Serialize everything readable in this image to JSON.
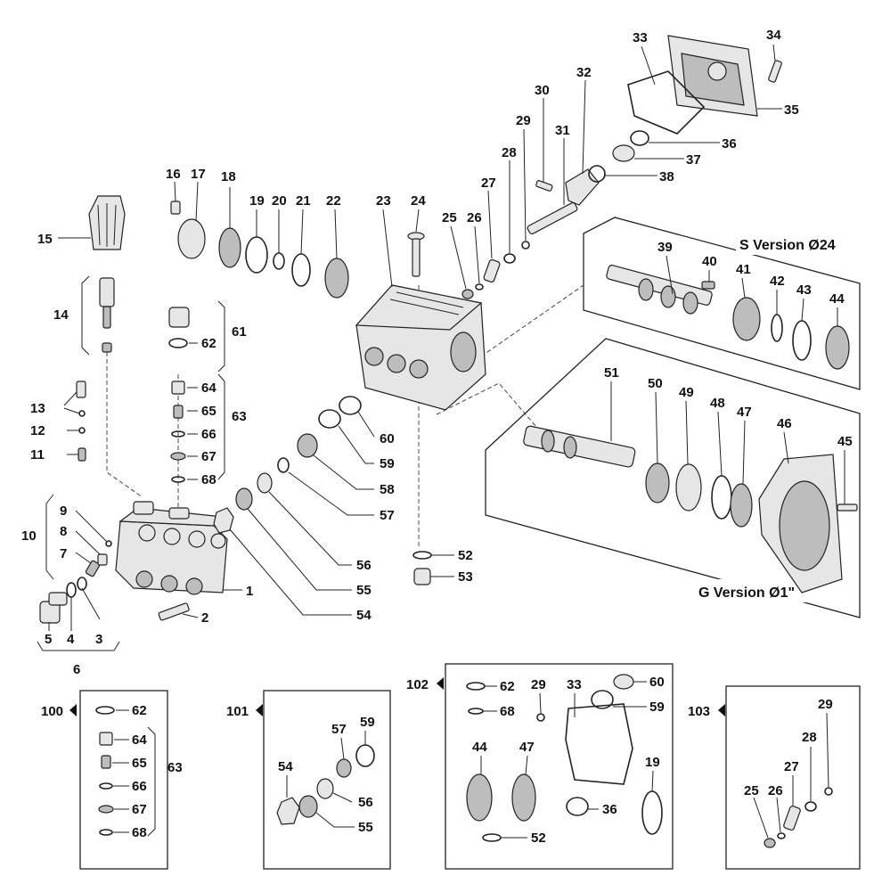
{
  "variants": {
    "s_version": "S Version Ø24",
    "g_version": "G Version Ø1\""
  },
  "kits": {
    "k100": "100",
    "k101": "101",
    "k102": "102",
    "k103": "103"
  },
  "labels": [
    {
      "id": "l1",
      "t": "1"
    },
    {
      "id": "l2",
      "t": "2"
    },
    {
      "id": "l3",
      "t": "3"
    },
    {
      "id": "l4",
      "t": "4"
    },
    {
      "id": "l5",
      "t": "5"
    },
    {
      "id": "l6",
      "t": "6"
    },
    {
      "id": "l7",
      "t": "7"
    },
    {
      "id": "l8",
      "t": "8"
    },
    {
      "id": "l9",
      "t": "9"
    },
    {
      "id": "l10",
      "t": "10"
    },
    {
      "id": "l11",
      "t": "11"
    },
    {
      "id": "l12",
      "t": "12"
    },
    {
      "id": "l13",
      "t": "13"
    },
    {
      "id": "l14",
      "t": "14"
    },
    {
      "id": "l15",
      "t": "15"
    },
    {
      "id": "l16",
      "t": "16"
    },
    {
      "id": "l17",
      "t": "17"
    },
    {
      "id": "l18",
      "t": "18"
    },
    {
      "id": "l19",
      "t": "19"
    },
    {
      "id": "l20",
      "t": "20"
    },
    {
      "id": "l21",
      "t": "21"
    },
    {
      "id": "l22",
      "t": "22"
    },
    {
      "id": "l23",
      "t": "23"
    },
    {
      "id": "l24",
      "t": "24"
    },
    {
      "id": "l25",
      "t": "25"
    },
    {
      "id": "l26",
      "t": "26"
    },
    {
      "id": "l27",
      "t": "27"
    },
    {
      "id": "l28",
      "t": "28"
    },
    {
      "id": "l29",
      "t": "29"
    },
    {
      "id": "l30",
      "t": "30"
    },
    {
      "id": "l31",
      "t": "31"
    },
    {
      "id": "l32",
      "t": "32"
    },
    {
      "id": "l33",
      "t": "33"
    },
    {
      "id": "l34",
      "t": "34"
    },
    {
      "id": "l35",
      "t": "35"
    },
    {
      "id": "l36",
      "t": "36"
    },
    {
      "id": "l37",
      "t": "37"
    },
    {
      "id": "l38",
      "t": "38"
    },
    {
      "id": "l39",
      "t": "39"
    },
    {
      "id": "l40",
      "t": "40"
    },
    {
      "id": "l41",
      "t": "41"
    },
    {
      "id": "l42",
      "t": "42"
    },
    {
      "id": "l43",
      "t": "43"
    },
    {
      "id": "l44",
      "t": "44"
    },
    {
      "id": "l45",
      "t": "45"
    },
    {
      "id": "l46",
      "t": "46"
    },
    {
      "id": "l47",
      "t": "47"
    },
    {
      "id": "l48",
      "t": "48"
    },
    {
      "id": "l49",
      "t": "49"
    },
    {
      "id": "l50",
      "t": "50"
    },
    {
      "id": "l51",
      "t": "51"
    },
    {
      "id": "l52",
      "t": "52"
    },
    {
      "id": "l53",
      "t": "53"
    },
    {
      "id": "l54",
      "t": "54"
    },
    {
      "id": "l55",
      "t": "55"
    },
    {
      "id": "l56",
      "t": "56"
    },
    {
      "id": "l57",
      "t": "57"
    },
    {
      "id": "l58",
      "t": "58"
    },
    {
      "id": "l59",
      "t": "59"
    },
    {
      "id": "l60",
      "t": "60"
    },
    {
      "id": "l61",
      "t": "61"
    },
    {
      "id": "l62",
      "t": "62"
    },
    {
      "id": "l63",
      "t": "63"
    },
    {
      "id": "l64",
      "t": "64"
    },
    {
      "id": "l65",
      "t": "65"
    },
    {
      "id": "l66",
      "t": "66"
    },
    {
      "id": "l67",
      "t": "67"
    },
    {
      "id": "l68",
      "t": "68"
    },
    {
      "id": "k100_62",
      "t": "62"
    },
    {
      "id": "k100_64",
      "t": "64"
    },
    {
      "id": "k100_65",
      "t": "65"
    },
    {
      "id": "k100_66",
      "t": "66"
    },
    {
      "id": "k100_67",
      "t": "67"
    },
    {
      "id": "k100_68",
      "t": "68"
    },
    {
      "id": "k100_63",
      "t": "63"
    },
    {
      "id": "k101_59",
      "t": "59"
    },
    {
      "id": "k101_57",
      "t": "57"
    },
    {
      "id": "k101_54",
      "t": "54"
    },
    {
      "id": "k101_56",
      "t": "56"
    },
    {
      "id": "k101_55",
      "t": "55"
    },
    {
      "id": "k102_62",
      "t": "62"
    },
    {
      "id": "k102_68",
      "t": "68"
    },
    {
      "id": "k102_29",
      "t": "29"
    },
    {
      "id": "k102_33",
      "t": "33"
    },
    {
      "id": "k102_60",
      "t": "60"
    },
    {
      "id": "k102_59",
      "t": "59"
    },
    {
      "id": "k102_44",
      "t": "44"
    },
    {
      "id": "k102_47",
      "t": "47"
    },
    {
      "id": "k102_19",
      "t": "19"
    },
    {
      "id": "k102_36",
      "t": "36"
    },
    {
      "id": "k102_52",
      "t": "52"
    },
    {
      "id": "k103_29",
      "t": "29"
    },
    {
      "id": "k103_28",
      "t": "28"
    },
    {
      "id": "k103_27",
      "t": "27"
    },
    {
      "id": "k103_25",
      "t": "25"
    },
    {
      "id": "k103_26",
      "t": "26"
    }
  ]
}
